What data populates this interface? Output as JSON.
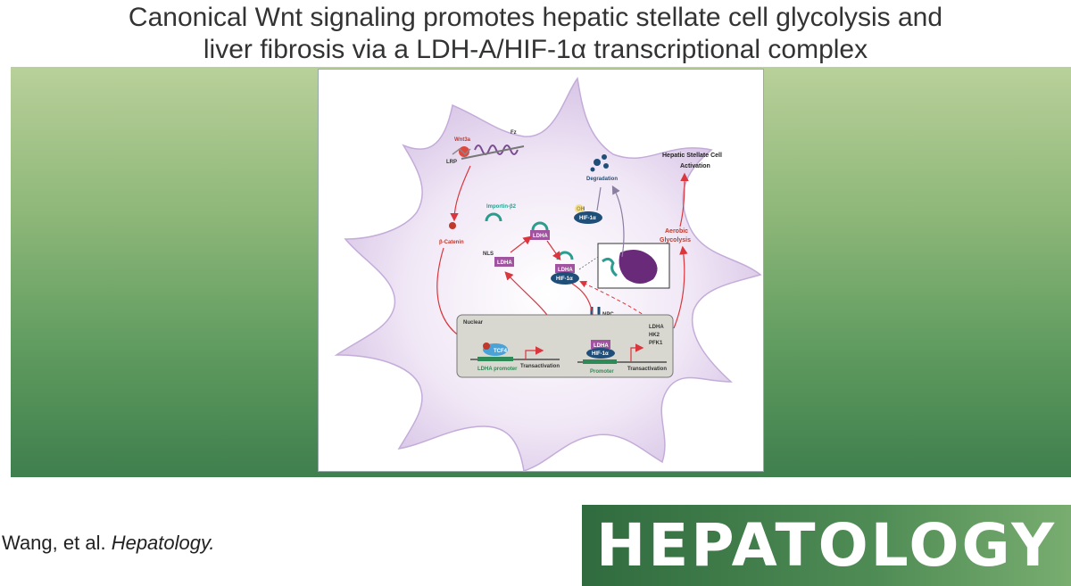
{
  "title": {
    "line1": "Canonical Wnt signaling promotes hepatic stellate cell glycolysis and",
    "line2": "liver fibrosis via a LDH-A/HIF-1α transcriptional complex"
  },
  "citation": {
    "authors": "Wang, et al.",
    "journal": "Hepatology."
  },
  "logo": {
    "text": "HEPATOLOGY"
  },
  "diagram": {
    "wnt3a": "Wnt3a",
    "fz": "Fz",
    "lrp": "LRP",
    "beta_catenin": "β-Catenin",
    "importin": "Importin-β2",
    "ldha": "LDHA",
    "nls": "NLS",
    "hif1a": "HIF-1α",
    "oh": "OH",
    "degradation": "Degradation",
    "hsc_activation_1": "Hepatic  Stellate Cell",
    "hsc_activation_2": "Activation",
    "aerobic_1": "Aerobic",
    "aerobic_2": "Glycolysis",
    "npc": "NPC",
    "nuclear": "Nuclear",
    "tcf4": "TCF4",
    "ldha_promoter": "LDHA promoter",
    "transactivation": "Transactivation",
    "promoter": "Promoter",
    "genes": [
      "LDHA",
      "HK2",
      "PFK1"
    ]
  },
  "colors": {
    "red_arrow": "#d9363e",
    "cell_fill": "#e5d6ee",
    "ldha_box": "#a0539e",
    "hif_box": "#1f4e79",
    "nucleus": "#d8d8d0"
  }
}
